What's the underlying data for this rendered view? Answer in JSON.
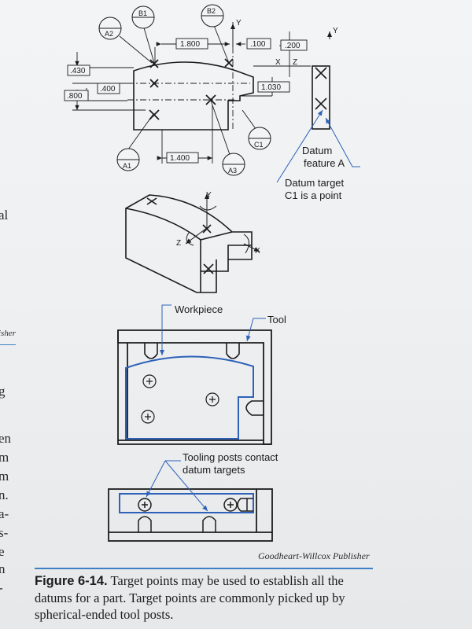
{
  "figure": {
    "top_view": {
      "dims": {
        "d1800": "1.800",
        "d100": ".100",
        "d200": ".200",
        "d430": ".430",
        "d400": ".400",
        "d800": ".800",
        "d1030": "1.030",
        "d1400": "1.400"
      },
      "bubbles": [
        "A2",
        "B1",
        "B2",
        "C1",
        "A1",
        "A3"
      ],
      "axes": [
        "Y",
        "X",
        "Z",
        "Y"
      ],
      "datum_feature_label": "Datum\nfeature A",
      "datum_target_label": "Datum target\nC1 is a point"
    },
    "iso_view": {
      "axes": [
        "Y",
        "Z",
        "X"
      ]
    },
    "fixture_view": {
      "workpiece_label": "Workpiece",
      "tool_label": "Tool",
      "tooling_label": "Tooling posts contact\ndatum targets"
    },
    "colors": {
      "linework": "#1c1c1c",
      "workpiece": "#2e62b8",
      "caption_rule": "#3f7fc4"
    }
  },
  "side_text": {
    "items": [
      "al",
      "isher",
      "g",
      "en",
      "m",
      "m",
      "n.",
      "a-",
      "s-",
      "e",
      "n",
      "-"
    ]
  },
  "publisher": "Goodheart-Willcox Publisher",
  "caption": {
    "label": "Figure 6-14.",
    "text": " Target points may be used to establish all the datums for a part. Target points are commonly picked up by spherical-ended tool posts."
  }
}
